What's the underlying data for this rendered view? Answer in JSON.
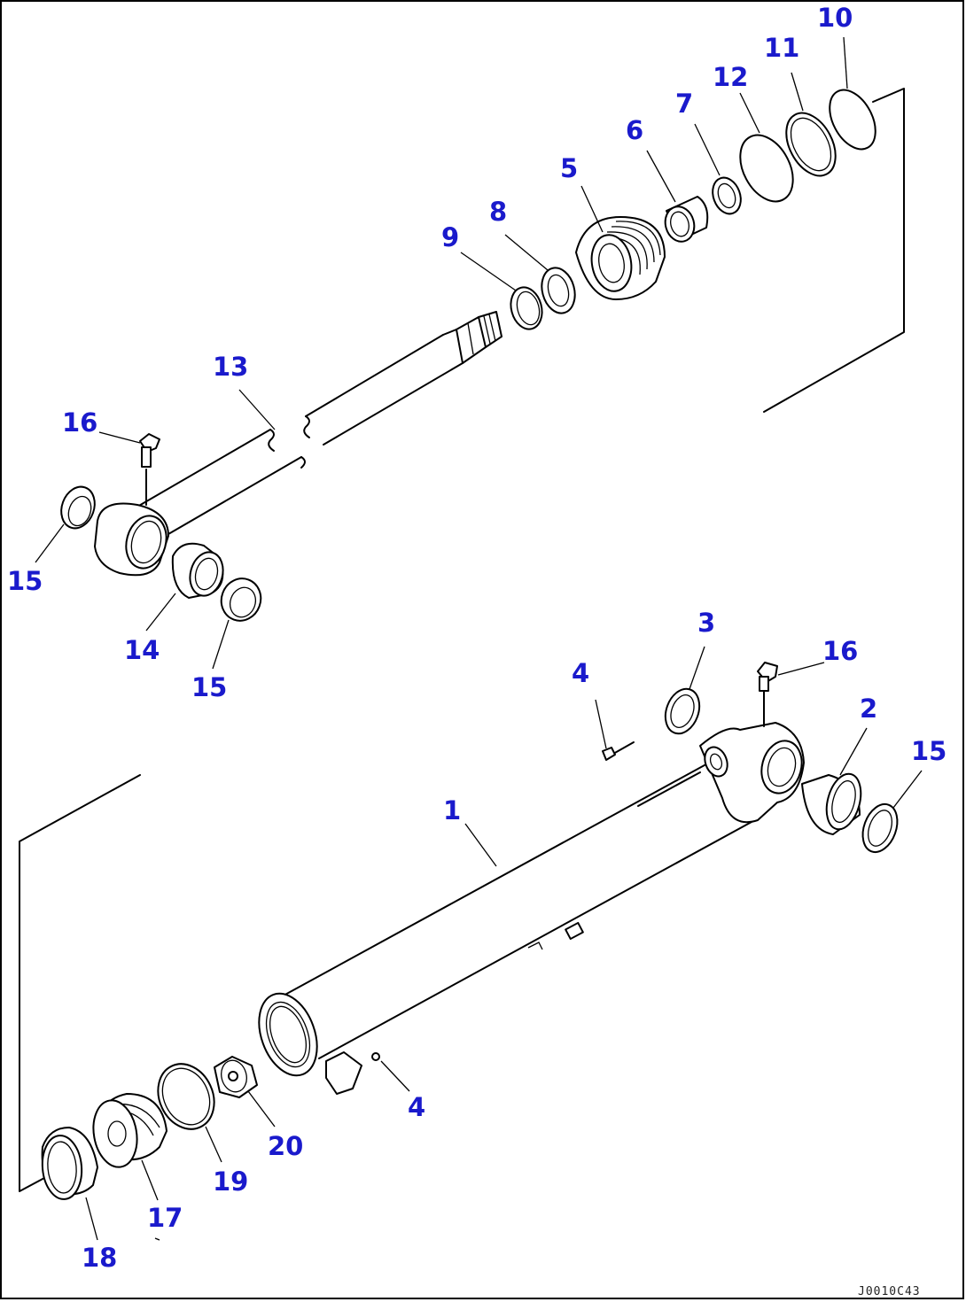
{
  "drawing_code": "J0010C43",
  "colors": {
    "label": "#1a1acc",
    "line": "#000000",
    "background": "#ffffff"
  },
  "labels": {
    "n1": "1",
    "n2": "2",
    "n3": "3",
    "n4_top": "4",
    "n4_bottom": "4",
    "n5": "5",
    "n6": "6",
    "n7": "7",
    "n8": "8",
    "n9": "9",
    "n10": "10",
    "n11": "11",
    "n12": "12",
    "n13": "13",
    "n14": "14",
    "n15_rod_left": "15",
    "n15_rod_bottom": "15",
    "n15_tube": "15",
    "n16_rod": "16",
    "n16_tube": "16",
    "n17": "17",
    "n18": "18",
    "n19": "19",
    "n20": "20"
  }
}
